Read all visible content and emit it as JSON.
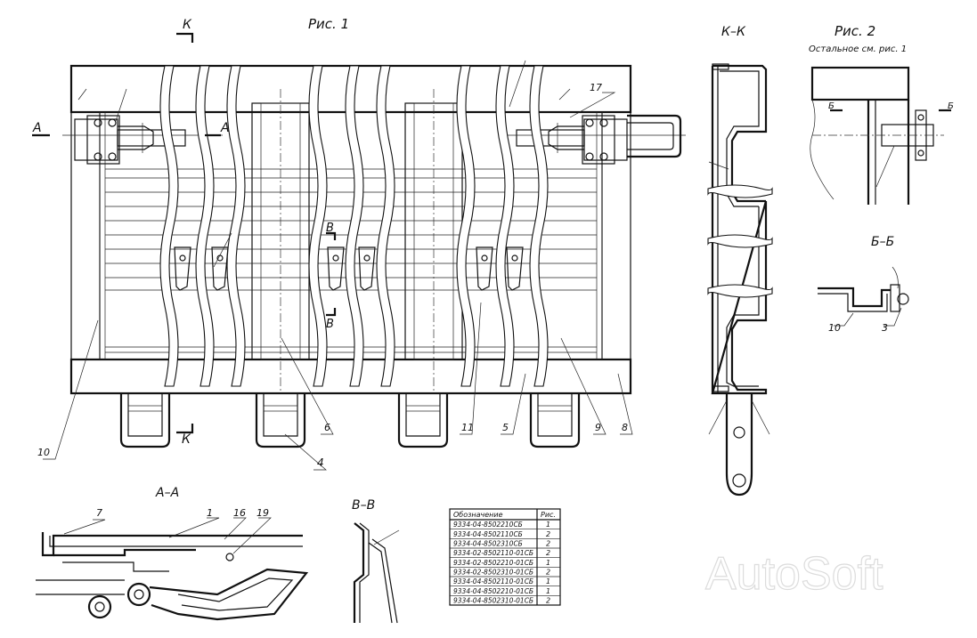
{
  "titles": {
    "fig1": "Рис. 1",
    "fig2": "Рис. 2",
    "fig2_note": "Остальное см. рис. 1",
    "section_kk": "К–К",
    "section_bb": "Б–Б",
    "section_aa": "А–А",
    "section_vv": "В–В"
  },
  "cut_marks": {
    "k": "К",
    "a": "А",
    "v": "В",
    "b": "Б"
  },
  "callouts": {
    "c1": "1",
    "c3": "3",
    "c4": "4",
    "c5": "5",
    "c6": "6",
    "c7": "7",
    "c8": "8",
    "c9": "9",
    "c10": "10",
    "c11": "11",
    "c16": "16",
    "c17": "17",
    "c19": "19"
  },
  "table": {
    "header_designation": "Обозначение",
    "header_fig": "Рис.",
    "rows": [
      {
        "designation": "9334-04-8502210СБ",
        "fig": "1"
      },
      {
        "designation": "9334-04-8502110СБ",
        "fig": "2"
      },
      {
        "designation": "9334-04-8502310СБ",
        "fig": "2"
      },
      {
        "designation": "9334-02-8502110-01СБ",
        "fig": "2"
      },
      {
        "designation": "9334-02-8502210-01СБ",
        "fig": "1"
      },
      {
        "designation": "9334-02-8502310-01СБ",
        "fig": "2"
      },
      {
        "designation": "9334-04-8502110-01СБ",
        "fig": "1"
      },
      {
        "designation": "9334-04-8502210-01СБ",
        "fig": "1"
      },
      {
        "designation": "9334-04-8502310-01СБ",
        "fig": "2"
      }
    ]
  },
  "watermark": "AutoSoft"
}
